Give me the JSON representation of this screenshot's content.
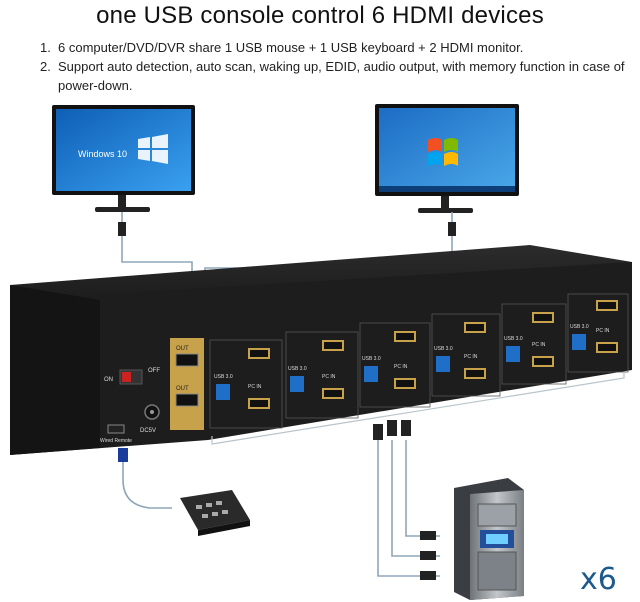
{
  "title": "one USB console control 6 HDMI devices",
  "features": [
    {
      "num": "1.",
      "text": "6 computer/DVD/DVR share 1 USB mouse + 1 USB keyboard + 2 HDMI monitor."
    },
    {
      "num": "2.",
      "text": "Support auto detection, auto scan, waking up, EDID, audio output, with memory function in case of power-down."
    }
  ],
  "monitor_left": {
    "screen_text": "Windows 10"
  },
  "device_labels": {
    "power_on": "ON",
    "power_off": "OFF",
    "out1": "OUT",
    "out2": "OUT",
    "dc_input": "DC5V",
    "wired_remote": "Wired Remote",
    "usb_port": "USB 3.0",
    "pc_in": "PC IN"
  },
  "multiplier": "x6",
  "colors": {
    "device_body": "#1a1a1a",
    "port_gold": "#c8a24a",
    "usb_blue": "#1f6fc9",
    "cable": "#1e3e9c",
    "screen_blue": "#1a78d8"
  }
}
